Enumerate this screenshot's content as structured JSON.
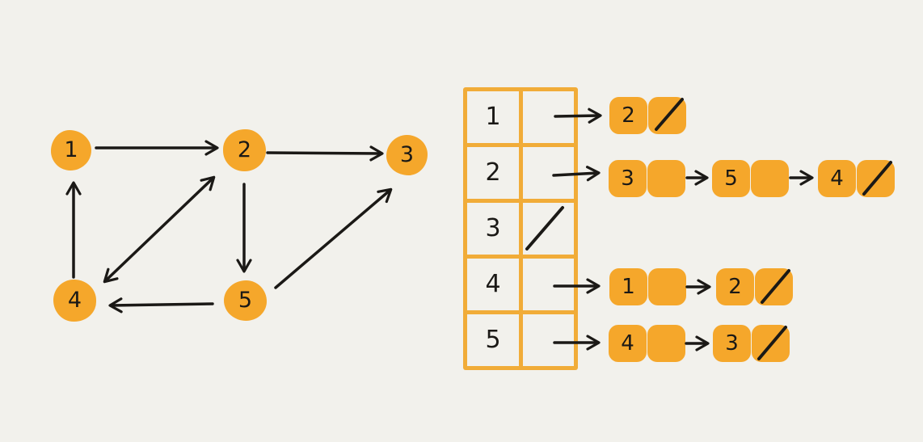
{
  "palette": {
    "background": "#F2F1EC",
    "ink": "#1B1916",
    "shape_fill": "#F5A72B",
    "table_line": "#F1AC38"
  },
  "graph": {
    "nodes": [
      {
        "id": "1",
        "label": "1"
      },
      {
        "id": "2",
        "label": "2"
      },
      {
        "id": "3",
        "label": "3"
      },
      {
        "id": "4",
        "label": "4"
      },
      {
        "id": "5",
        "label": "5"
      }
    ],
    "edges": [
      {
        "from": "1",
        "to": "2",
        "double_headed": false
      },
      {
        "from": "2",
        "to": "3",
        "double_headed": false
      },
      {
        "from": "4",
        "to": "1",
        "double_headed": false
      },
      {
        "from": "2",
        "to": "4",
        "double_headed": true
      },
      {
        "from": "2",
        "to": "5",
        "double_headed": false
      },
      {
        "from": "5",
        "to": "4",
        "double_headed": false
      },
      {
        "from": "5",
        "to": "3",
        "double_headed": false
      }
    ]
  },
  "adjacency_list": {
    "null_symbol": "/",
    "rows": [
      {
        "index": "1",
        "neighbors": [
          "2"
        ],
        "is_empty": false
      },
      {
        "index": "2",
        "neighbors": [
          "3",
          "5",
          "4"
        ],
        "is_empty": false
      },
      {
        "index": "3",
        "neighbors": [],
        "is_empty": true
      },
      {
        "index": "4",
        "neighbors": [
          "1",
          "2"
        ],
        "is_empty": false
      },
      {
        "index": "5",
        "neighbors": [
          "4",
          "3"
        ],
        "is_empty": false
      }
    ]
  }
}
